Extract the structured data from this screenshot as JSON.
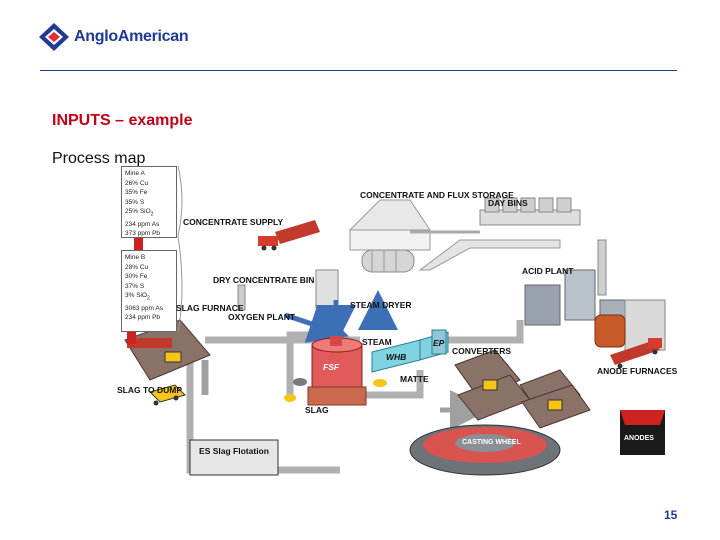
{
  "header": {
    "logo_text": "AngloAmerican"
  },
  "slide": {
    "title": "INPUTS – example",
    "subtitle": "Process map",
    "page_number": "15"
  },
  "mines": {
    "a": {
      "name": "Mine A",
      "lines": [
        "26% Cu",
        "35% Fe",
        "35% S",
        "25% SiO",
        "234 ppm As",
        "373 ppm Pb"
      ]
    },
    "b": {
      "name": "Mine B",
      "lines": [
        "28% Cu",
        "30% Fe",
        "37% S",
        "3% SiO",
        "3063 ppm As",
        "234 ppm Pb"
      ]
    }
  },
  "diagram": {
    "concentrate_flux_storage": "CONCENTRATE AND FLUX STORAGE",
    "day_bins": "DAY BINS",
    "concentrate_supply": "CONCENTRATE SUPPLY",
    "acid_plant": "ACID PLANT",
    "dry_concentrate_bin": "DRY CONCENTRATE BIN",
    "steam_dryer": "STEAM DRYER",
    "slag_furnace": "SLAG FURNACE",
    "oxygen_plant": "OXYGEN PLANT",
    "steam": "STEAM",
    "whb": "WHB",
    "ep": "EP",
    "converters": "CONVERTERS",
    "fsf": "FSF",
    "matte": "MATTE",
    "slag": "SLAG",
    "slag_to_dump": "SLAG TO DUMP",
    "anode_furnaces": "ANODE FURNACES",
    "anodes": "ANODES",
    "casting_wheel": "CASTING WHEEL",
    "es_slag_flotation": "ES Slag Flotation"
  }
}
